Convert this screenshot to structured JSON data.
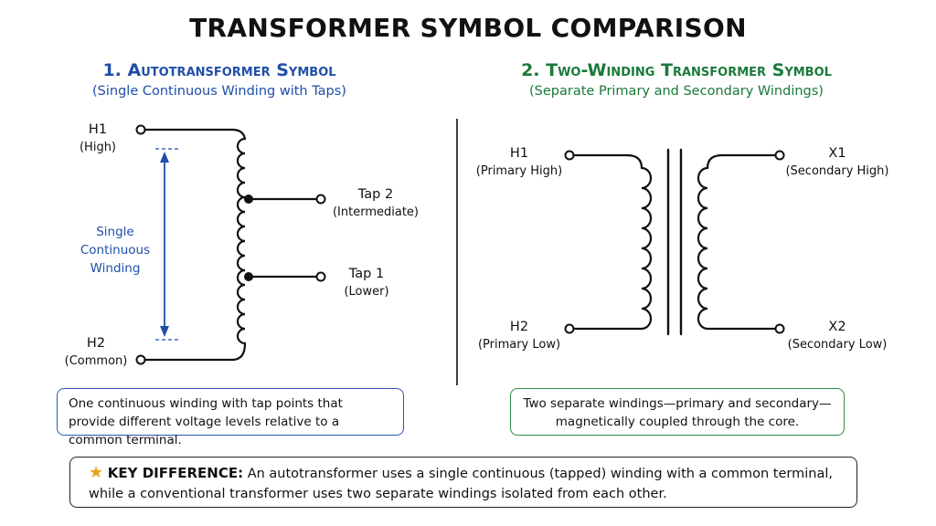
{
  "title": "TRANSFORMER SYMBOL COMPARISON",
  "left": {
    "heading": "1. Autotransformer Symbol",
    "subheading": "(Single Continuous Winding with Taps)",
    "terminals": {
      "h1": {
        "name": "H1",
        "desc": "(High)"
      },
      "h2": {
        "name": "H2",
        "desc": "(Common)"
      },
      "tap2": {
        "name": "Tap 2",
        "desc": "(Intermediate)"
      },
      "tap1": {
        "name": "Tap 1",
        "desc": "(Lower)"
      }
    },
    "winding_label": [
      "Single",
      "Continuous",
      "Winding"
    ],
    "note": "One continuous winding with tap points that provide different voltage levels relative to a common terminal."
  },
  "right": {
    "heading": "2. Two-Winding Transformer Symbol",
    "subheading": "(Separate Primary and Secondary Windings)",
    "terminals": {
      "h1": {
        "name": "H1",
        "desc": "(Primary High)"
      },
      "h2": {
        "name": "H2",
        "desc": "(Primary Low)"
      },
      "x1": {
        "name": "X1",
        "desc": "(Secondary High)"
      },
      "x2": {
        "name": "X2",
        "desc": "(Secondary Low)"
      }
    },
    "note": "Two separate windings—primary and secondary—magnetically coupled through the core."
  },
  "key": {
    "label": "KEY DIFFERENCE:",
    "text": "An autotransformer uses a single continuous (tapped) winding with a common terminal, while a conventional transformer uses two separate windings isolated from each other."
  },
  "colors": {
    "left_accent": "#1f4fa8",
    "right_accent": "#1a7a3a",
    "star": "#e8a317"
  },
  "icons": {
    "key": "star-icon"
  }
}
